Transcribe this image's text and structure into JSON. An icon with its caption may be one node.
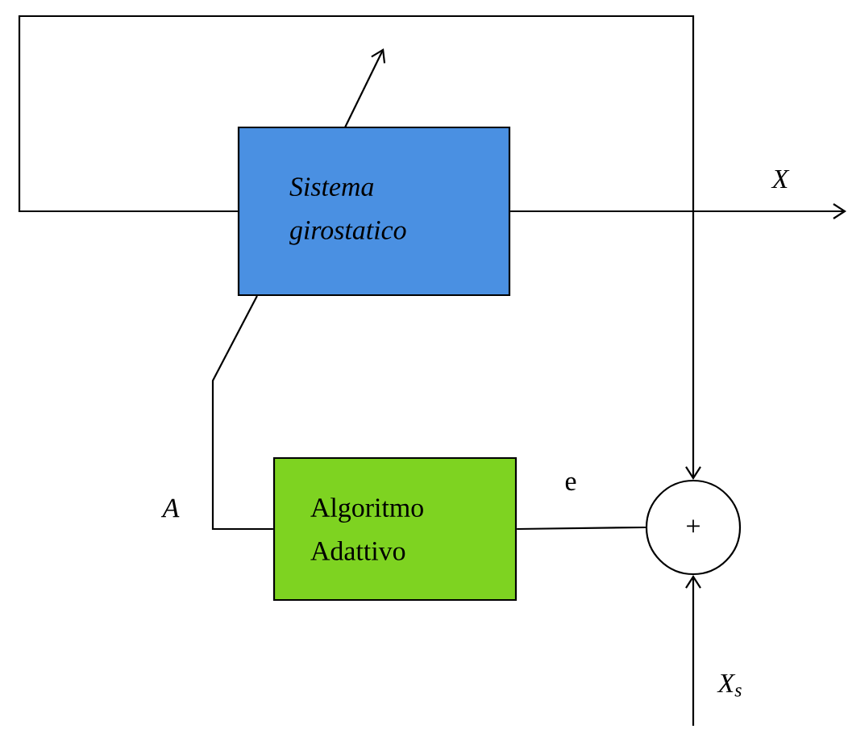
{
  "diagram": {
    "nodes": [
      {
        "text": [
          "Sistema girostatico"
        ]
      },
      {
        "text": [
          "Algoritmo Adattivo"
        ]
      },
      {
        "text": [
          "+"
        ]
      }
    ],
    "edges": [
      {
        "from": 0,
        "to": null,
        "arrow": "to",
        "label": "X"
      },
      {
        "from": 0,
        "to": 2,
        "arrow": "to"
      },
      {
        "from": null,
        "to": 2,
        "arrow": "to",
        "label": "X$_{s}$"
      },
      {
        "from": 2,
        "to": 1,
        "arrow": "none",
        "label": "e"
      },
      {
        "from": 1,
        "to": 0,
        "arrow": "none",
        "label": "A"
      }
    ]
  }
}
